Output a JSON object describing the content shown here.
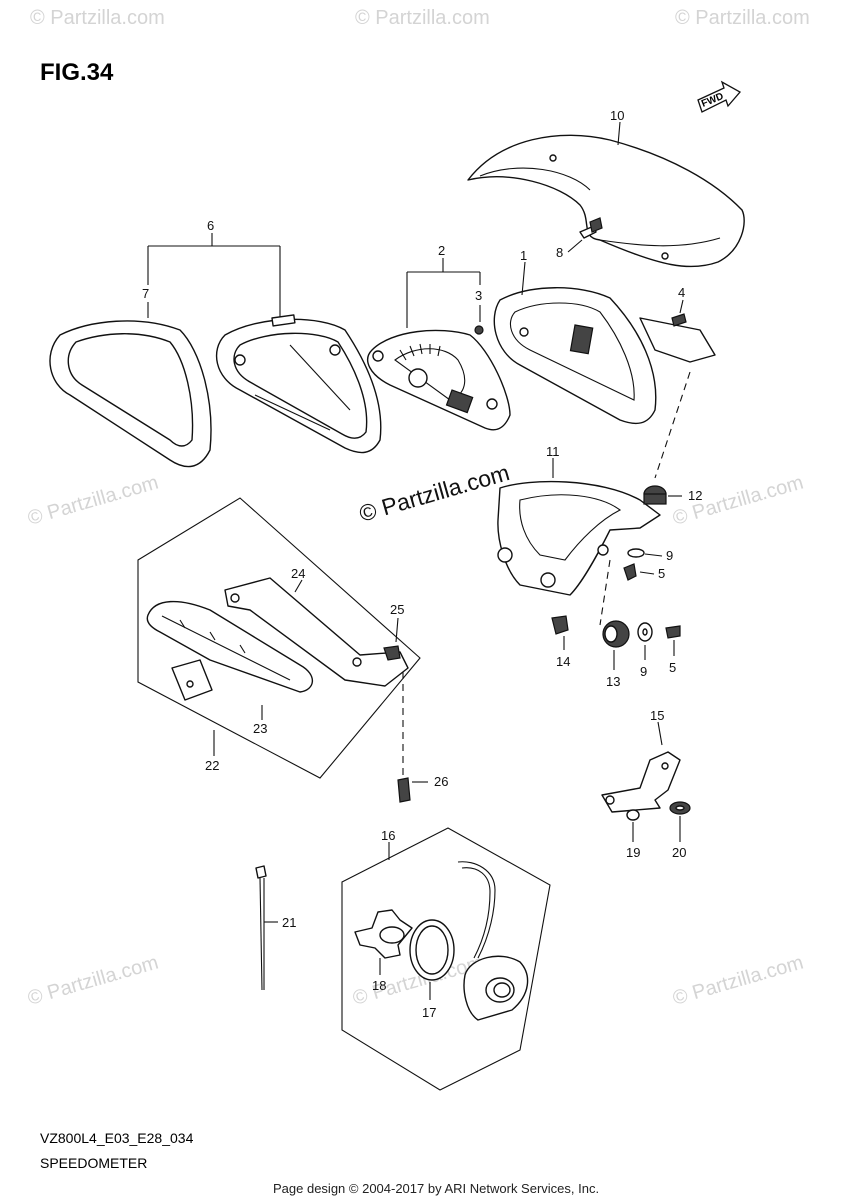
{
  "figure_title": "FIG.34",
  "model_code": "VZ800L4_E03_E28_034",
  "section_name": "SPEEDOMETER",
  "credit": "Page design © 2004-2017 by ARI Network Services, Inc.",
  "watermark": "© Partzilla.com",
  "fwd_label": "FWD",
  "callouts": {
    "c1": "1",
    "c2": "2",
    "c3": "3",
    "c4": "4",
    "c5a": "5",
    "c5b": "5",
    "c6": "6",
    "c7": "7",
    "c8": "8",
    "c9a": "9",
    "c9b": "9",
    "c10": "10",
    "c11": "11",
    "c12": "12",
    "c13": "13",
    "c14": "14",
    "c15": "15",
    "c16": "16",
    "c17": "17",
    "c18": "18",
    "c19": "19",
    "c20": "20",
    "c21": "21",
    "c22": "22",
    "c23": "23",
    "c24": "24",
    "c25": "25",
    "c26": "26"
  }
}
